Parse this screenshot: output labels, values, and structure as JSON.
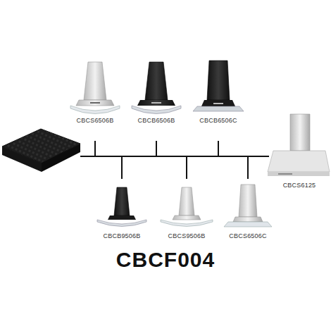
{
  "diagram": {
    "title": "CBCF004",
    "nodes": [
      {
        "text": [
          "CBCS6506B"
        ]
      },
      {
        "text": [
          "CBCB6506B"
        ]
      },
      {
        "text": [
          "CBCB6506C"
        ]
      },
      {
        "text": [
          "CBCS6125"
        ]
      },
      {
        "text": [
          "CBCB9506B"
        ]
      },
      {
        "text": [
          "CBCS9506B"
        ]
      },
      {
        "text": [
          "CBCS6506C"
        ]
      }
    ]
  }
}
